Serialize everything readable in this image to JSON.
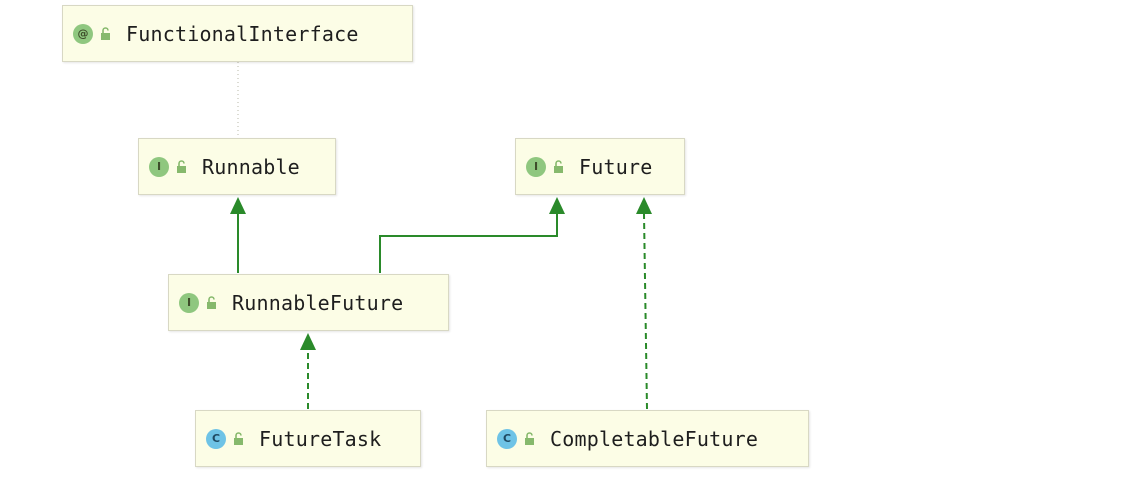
{
  "colors": {
    "node_fill": "#fcfde6",
    "node_border": "#d8d8c4",
    "interface_icon": "#8fc77f",
    "class_icon": "#6ec3e6",
    "arrow": "#2a8a2a",
    "annotation_link": "#b9b9a8"
  },
  "nodes": {
    "functional_interface": {
      "label": "FunctionalInterface",
      "kind_symbol": "@",
      "icon": "annotation-icon"
    },
    "runnable": {
      "label": "Runnable",
      "kind_symbol": "I",
      "icon": "interface-icon"
    },
    "future": {
      "label": "Future",
      "kind_symbol": "I",
      "icon": "interface-icon"
    },
    "runnable_future": {
      "label": "RunnableFuture",
      "kind_symbol": "I",
      "icon": "interface-icon"
    },
    "future_task": {
      "label": "FutureTask",
      "kind_symbol": "C",
      "icon": "class-icon"
    },
    "completable_future": {
      "label": "CompletableFuture",
      "kind_symbol": "C",
      "icon": "class-icon"
    }
  },
  "edges": [
    {
      "from": "runnable",
      "to": "functional_interface",
      "type": "annotated-by"
    },
    {
      "from": "runnable_future",
      "to": "runnable",
      "type": "extends"
    },
    {
      "from": "runnable_future",
      "to": "future",
      "type": "extends"
    },
    {
      "from": "future_task",
      "to": "runnable_future",
      "type": "implements"
    },
    {
      "from": "completable_future",
      "to": "future",
      "type": "implements"
    }
  ]
}
